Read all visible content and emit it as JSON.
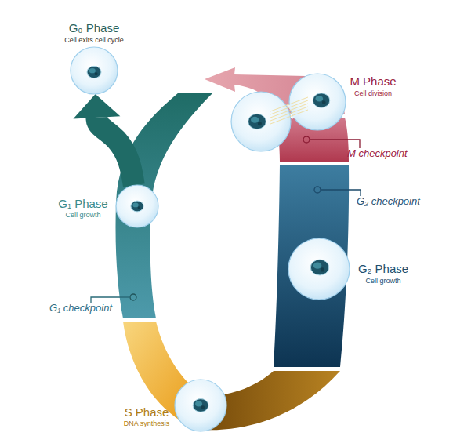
{
  "diagram": {
    "nodes": [
      {
        "text": [
          "G₀ Phase",
          "Cell exits cell cycle"
        ]
      },
      {
        "text": [
          "M Phase",
          "Cell division"
        ]
      },
      {
        "text": [
          "G₁ Phase",
          "Cell growth"
        ]
      },
      {
        "text": [
          "G₂ Phase",
          "Cell growth"
        ]
      },
      {
        "text": [
          "S Phase",
          "DNA synthesis"
        ]
      }
    ],
    "edges": [
      {
        "from": 2,
        "to": 0,
        "arrow": "to"
      }
    ],
    "labels": [
      "M checkpoint",
      "G₂ checkpoint",
      "G₁ checkpoint"
    ]
  }
}
